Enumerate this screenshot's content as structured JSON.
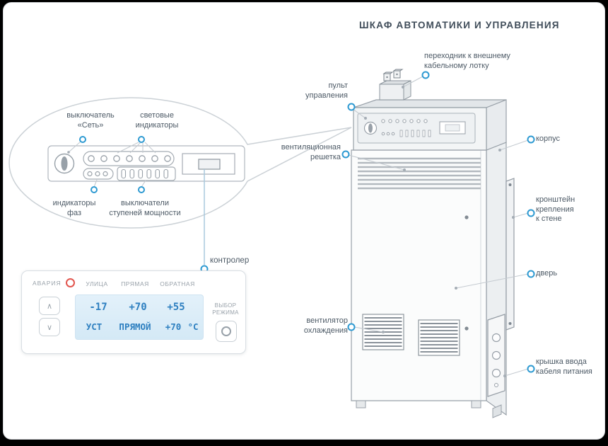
{
  "title": "ШКАФ АВТОМАТИКИ И УПРАВЛЕНИЯ",
  "cabinet_labels": {
    "adapter": "переходник к внешнему\nкабельному лотку",
    "control_panel": "пульт\nуправления",
    "vent_grille": "вентиляционная\nрешетка",
    "body": "корпус",
    "bracket": "кронштейн\nкрепления\nк стене",
    "door": "дверь",
    "fan": "вентилятор\nохлаждения",
    "cable_cover": "крышка ввода\nкабеля питания"
  },
  "callout_labels": {
    "power_switch": "выключатель\n«Сеть»",
    "light_indicators": "световые\nиндикаторы",
    "phase_indicators": "индикаторы\nфаз",
    "stage_switches": "выключатели\nступеней мощности"
  },
  "controller": {
    "title": "контролер",
    "alarm_label": "АВАРИЯ",
    "headers": [
      "УЛИЦА",
      "ПРЯМАЯ",
      "ОБРАТНАЯ"
    ],
    "temps": [
      "-17",
      "+70",
      "+55"
    ],
    "setpoint_label": "УСТ",
    "setpoint_mode": "ПРЯМОЙ",
    "setpoint_value": "+70",
    "setpoint_unit": "°С",
    "mode_button": "ВЫБОР\nРЕЖИМА",
    "up_symbol": "∧",
    "down_symbol": "∨"
  },
  "colors": {
    "accent_blue": "#2e9ad2",
    "display_text": "#2d7fc0",
    "alarm_red": "#e2554e",
    "label_text": "#4d5a66"
  }
}
